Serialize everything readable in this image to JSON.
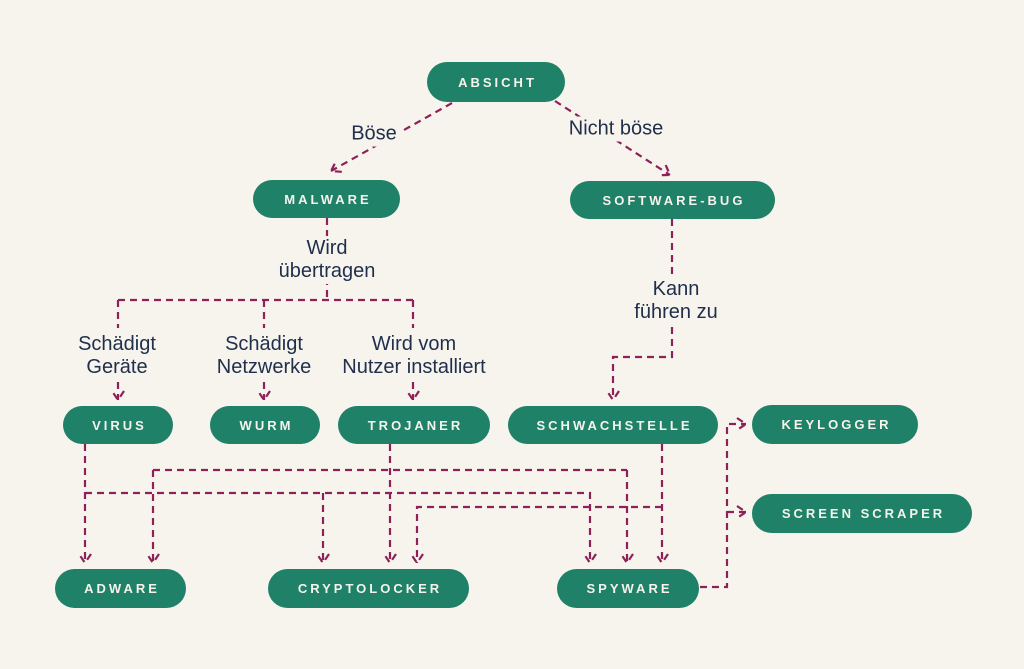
{
  "diagram": {
    "language": "de",
    "topic": "Malware-Klassifikation"
  },
  "colors": {
    "background": "#F7F4EE",
    "node_fill": "#1F8167",
    "node_text": "#F6F3EC",
    "connector": "#8D2158",
    "label_text": "#20304C"
  },
  "nodes": {
    "absicht": {
      "label": "ABSICHT"
    },
    "malware": {
      "label": "MALWARE"
    },
    "software_bug": {
      "label": "SOFTWARE-BUG"
    },
    "virus": {
      "label": "VIRUS"
    },
    "wurm": {
      "label": "WURM"
    },
    "trojaner": {
      "label": "TROJANER"
    },
    "schwachstelle": {
      "label": "SCHWACHSTELLE"
    },
    "keylogger": {
      "label": "KEYLOGGER"
    },
    "screen_scraper": {
      "label": "SCREEN SCRAPER"
    },
    "adware": {
      "label": "ADWARE"
    },
    "cryptolocker": {
      "label": "CRYPTOLOCKER"
    },
    "spyware": {
      "label": "SPYWARE"
    }
  },
  "edge_labels": {
    "boese": {
      "text": "Böse"
    },
    "nicht_boese": {
      "text": "Nicht böse"
    },
    "wird_uebertragen": {
      "line1": "Wird",
      "line2": "übertragen"
    },
    "kann_fuehren_zu": {
      "line1": "Kann",
      "line2": "führen zu"
    },
    "schaedigt_geraete": {
      "line1": "Schädigt",
      "line2": "Geräte"
    },
    "schaedigt_netzwerke": {
      "line1": "Schädigt",
      "line2": "Netzwerke"
    },
    "wird_vom_nutzer": {
      "line1": "Wird vom",
      "line2": "Nutzer installiert"
    }
  },
  "edges": [
    {
      "from": "ABSICHT",
      "to": "MALWARE",
      "label": "Böse"
    },
    {
      "from": "ABSICHT",
      "to": "SOFTWARE-BUG",
      "label": "Nicht böse"
    },
    {
      "from": "MALWARE",
      "to": "VIRUS",
      "label": "Wird übertragen / Schädigt Geräte"
    },
    {
      "from": "MALWARE",
      "to": "WURM",
      "label": "Wird übertragen / Schädigt Netzwerke"
    },
    {
      "from": "MALWARE",
      "to": "TROJANER",
      "label": "Wird übertragen / Wird vom Nutzer installiert"
    },
    {
      "from": "SOFTWARE-BUG",
      "to": "SCHWACHSTELLE",
      "label": "Kann führen zu"
    },
    {
      "from": "VIRUS",
      "to": "ADWARE",
      "label": ""
    },
    {
      "from": "VIRUS",
      "to": "CRYPTOLOCKER",
      "label": ""
    },
    {
      "from": "VIRUS",
      "to": "SPYWARE",
      "label": ""
    },
    {
      "from": "TROJANER",
      "to": "ADWARE",
      "label": ""
    },
    {
      "from": "TROJANER",
      "to": "CRYPTOLOCKER",
      "label": ""
    },
    {
      "from": "TROJANER",
      "to": "SPYWARE",
      "label": ""
    },
    {
      "from": "SCHWACHSTELLE",
      "to": "CRYPTOLOCKER",
      "label": ""
    },
    {
      "from": "SCHWACHSTELLE",
      "to": "SPYWARE",
      "label": ""
    },
    {
      "from": "SPYWARE",
      "to": "KEYLOGGER",
      "label": ""
    },
    {
      "from": "SPYWARE",
      "to": "SCREEN SCRAPER",
      "label": ""
    }
  ]
}
